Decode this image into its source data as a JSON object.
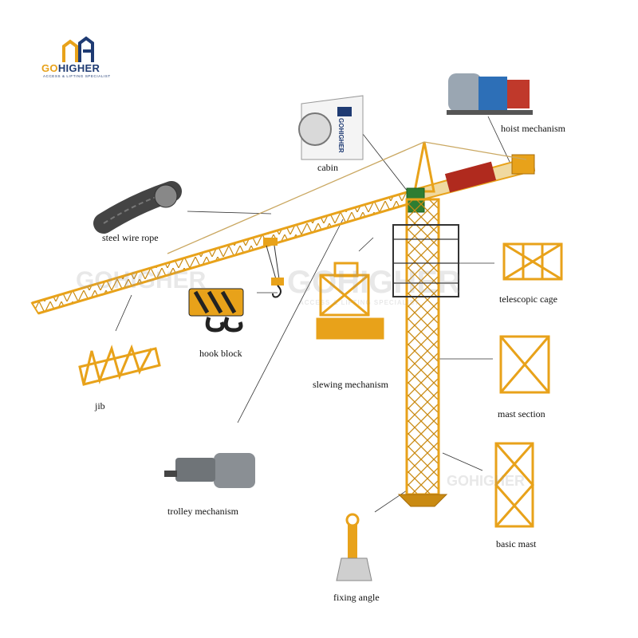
{
  "brand": {
    "name_prefix": "GO",
    "name_suffix": "HIGHER",
    "tagline": "ACCESS & LIFTING SPECIALIST",
    "colors": {
      "navy": "#1f3b73",
      "gold": "#e8a21a"
    }
  },
  "watermark": {
    "text": "GOHIGHER",
    "tagline": "ACCESS & LIFTING SPECIALIST"
  },
  "cabin_brand": "GOHIGHER",
  "crane_color": "#e8a21a",
  "labels": {
    "hoist_mechanism": "hoist mechanism",
    "cabin": "cabin",
    "steel_wire_rope": "steel wire rope",
    "telescopic_cage": "telescopic cage",
    "hook_block": "hook block",
    "slewing_mechanism": "slewing mechanism",
    "jib": "jib",
    "mast_section": "mast section",
    "trolley_mechanism": "trolley mechanism",
    "basic_mast": "basic mast",
    "fixing_angle": "fixing angle"
  }
}
